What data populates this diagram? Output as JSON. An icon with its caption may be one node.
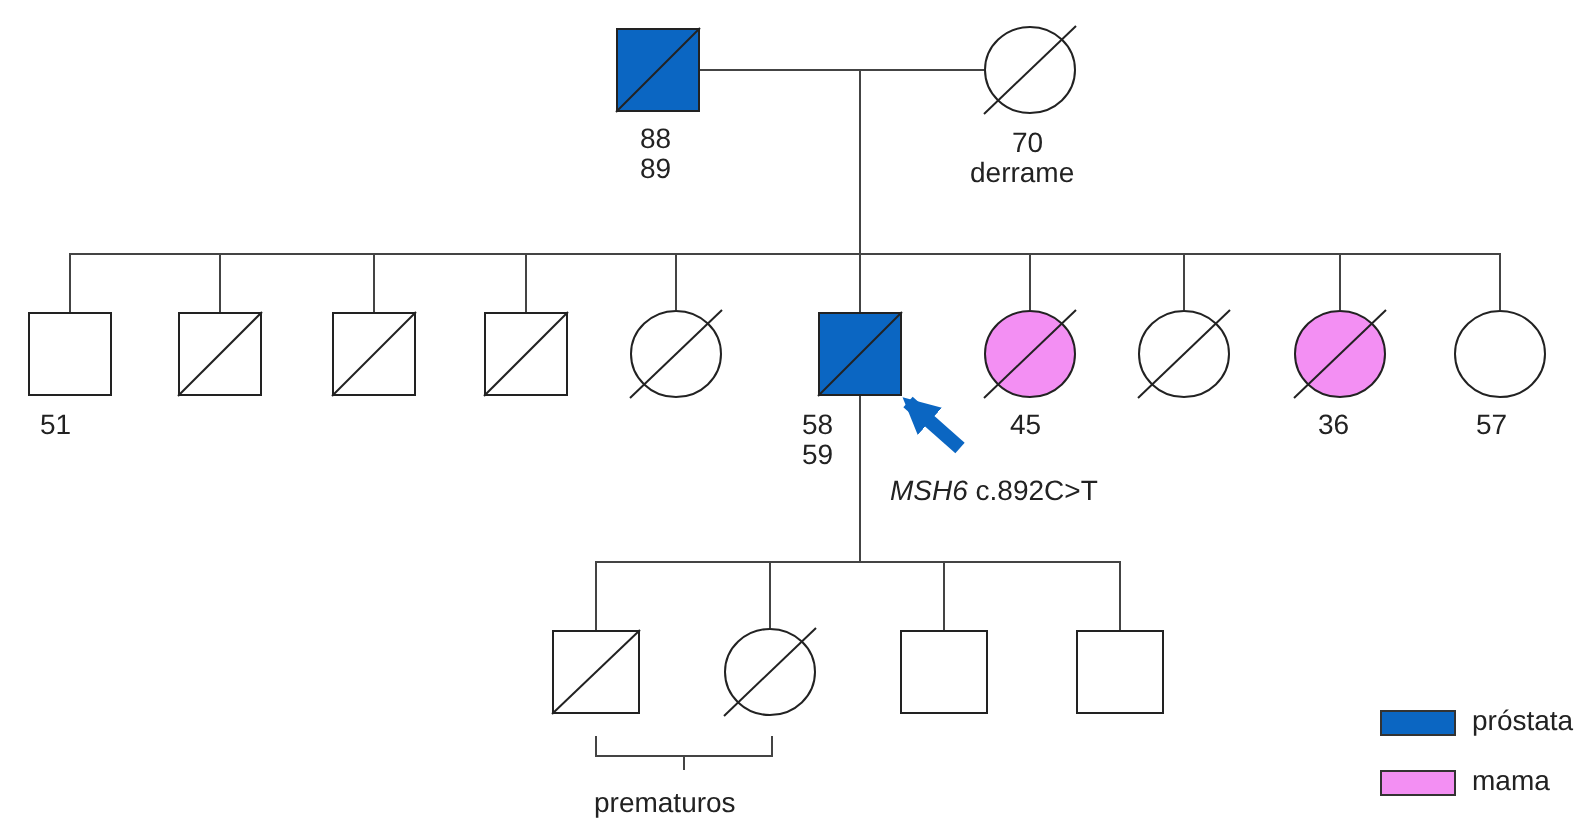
{
  "diagram": {
    "nodes": [
      {
        "text": [],
        "shape": "box",
        "beside": [
          "88",
          "89"
        ]
      },
      {
        "text": [],
        "shape": "circle",
        "beside": [
          "70",
          "derrame"
        ]
      },
      {
        "text": [],
        "shape": "box",
        "beside": [
          "51"
        ]
      },
      {
        "text": [],
        "shape": "box"
      },
      {
        "text": [],
        "shape": "box"
      },
      {
        "text": [],
        "shape": "box"
      },
      {
        "text": [],
        "shape": "circle"
      },
      {
        "text": [],
        "shape": "box",
        "beside": [
          "58",
          "59"
        ]
      },
      {
        "text": [],
        "shape": "circle",
        "beside": [
          "45"
        ]
      },
      {
        "text": [],
        "shape": "circle"
      },
      {
        "text": [],
        "shape": "circle",
        "beside": [
          "36"
        ]
      },
      {
        "text": [],
        "shape": "circle",
        "beside": [
          "57"
        ]
      },
      {
        "text": [],
        "shape": "box"
      },
      {
        "text": [],
        "shape": "circle"
      },
      {
        "text": [],
        "shape": "box"
      },
      {
        "text": [],
        "shape": "box"
      }
    ],
    "edges": [
      {
        "from": 0,
        "to": 1,
        "arrow": "none"
      },
      {
        "from": 0,
        "to": 2,
        "arrow": "none"
      },
      {
        "from": 0,
        "to": 3,
        "arrow": "none"
      },
      {
        "from": 0,
        "to": 4,
        "arrow": "none"
      },
      {
        "from": 0,
        "to": 5,
        "arrow": "none"
      },
      {
        "from": 0,
        "to": 6,
        "arrow": "none"
      },
      {
        "from": 0,
        "to": 7,
        "arrow": "none"
      },
      {
        "from": 0,
        "to": 8,
        "arrow": "none"
      },
      {
        "from": 0,
        "to": 9,
        "arrow": "none"
      },
      {
        "from": 0,
        "to": 10,
        "arrow": "none"
      },
      {
        "from": 0,
        "to": 11,
        "arrow": "none"
      },
      {
        "from": 1,
        "to": 2,
        "arrow": "none"
      },
      {
        "from": 1,
        "to": 3,
        "arrow": "none"
      },
      {
        "from": 1,
        "to": 4,
        "arrow": "none"
      },
      {
        "from": 1,
        "to": 5,
        "arrow": "none"
      },
      {
        "from": 1,
        "to": 6,
        "arrow": "none"
      },
      {
        "from": 1,
        "to": 7,
        "arrow": "none"
      },
      {
        "from": 1,
        "to": 8,
        "arrow": "none"
      },
      {
        "from": 1,
        "to": 9,
        "arrow": "none"
      },
      {
        "from": 1,
        "to": 10,
        "arrow": "none"
      },
      {
        "from": 1,
        "to": 11,
        "arrow": "none"
      },
      {
        "from": 7,
        "to": 12,
        "arrow": "none"
      },
      {
        "from": 7,
        "to": 13,
        "arrow": "none"
      },
      {
        "from": 7,
        "to": 14,
        "arrow": "none"
      },
      {
        "from": 7,
        "to": 15,
        "arrow": "none"
      },
      {
        "from": null,
        "to": 7,
        "arrow": "to",
        "style": "thick",
        "color": "#0b66c2"
      }
    ],
    "labels": [
      "*MSH6* c.892C>T",
      "prematuros"
    ],
    "legend": [
      {
        "text": "próstata",
        "color": "#0b66c2"
      },
      {
        "text": "mama",
        "color": "#f38ff3"
      }
    ]
  }
}
